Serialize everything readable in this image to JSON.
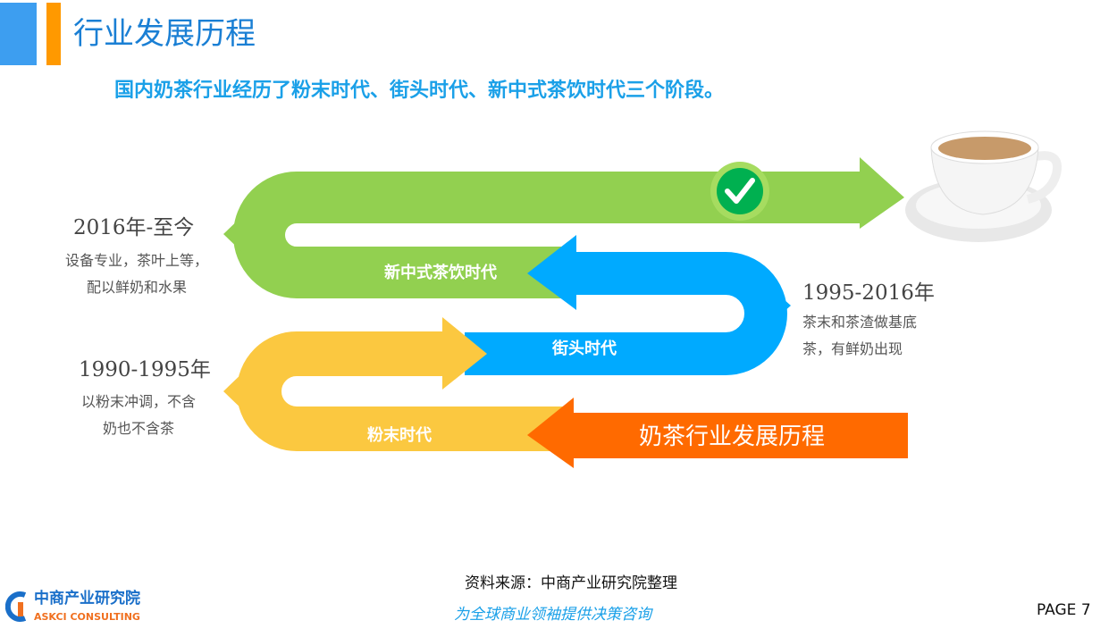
{
  "header": {
    "title": "行业发展历程",
    "subtitle": "国内奶茶行业经历了粉末时代、街头时代、新中式茶饮时代三个阶段。"
  },
  "stages": [
    {
      "label": "新中式茶饮时代",
      "period": "2016年-至今",
      "desc": [
        "设备专业，茶叶上等，",
        "配以鲜奶和水果"
      ],
      "color": "#92d050"
    },
    {
      "label": "街头时代",
      "period": "1995-2016年",
      "desc": [
        "茶末和茶渣做基底",
        "茶，有鲜奶出现"
      ],
      "color": "#00aaff"
    },
    {
      "label": "粉末时代",
      "period": "1990-1995年",
      "desc": [
        "以粉末冲调，不含",
        "奶也不含茶"
      ],
      "color": "#fbc840"
    }
  ],
  "banner": {
    "label": "奶茶行业发展历程",
    "color": "#ff6a00"
  },
  "footer": {
    "source": "资料来源：中商产业研究院整理",
    "slogan": "为全球商业领袖提供决策咨询",
    "page": "PAGE 7",
    "logo_cn": "中商产业研究院",
    "logo_en": "ASKCI CONSULTING"
  }
}
